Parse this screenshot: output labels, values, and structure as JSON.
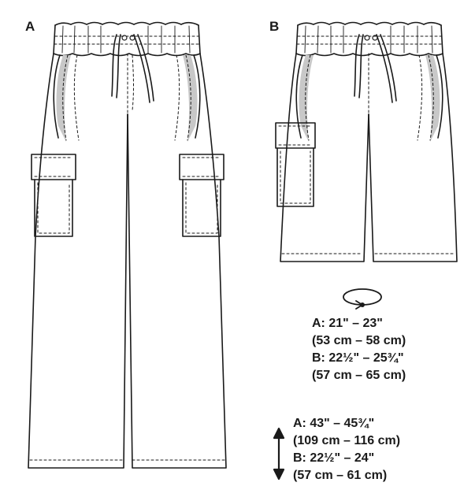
{
  "views": {
    "a_label": "A",
    "b_label": "B"
  },
  "waist": {
    "icon": "waist-circumference-icon",
    "a_in": "A: 21\" – 23\"",
    "a_cm": "(53 cm – 58 cm)",
    "b_in": "B: 22½\" – 25¾\"",
    "b_cm": "(57 cm – 65 cm)"
  },
  "length": {
    "icon": "length-arrow-icon",
    "a_in": "A: 43\" – 45¾\"",
    "a_cm": "(109 cm – 116 cm)",
    "b_in": "B: 22½\" – 24\"",
    "b_cm": "(57 cm – 61 cm)"
  },
  "colors": {
    "line": "#1a1a1a",
    "shadow": "#bfbfbf",
    "background": "#ffffff"
  }
}
